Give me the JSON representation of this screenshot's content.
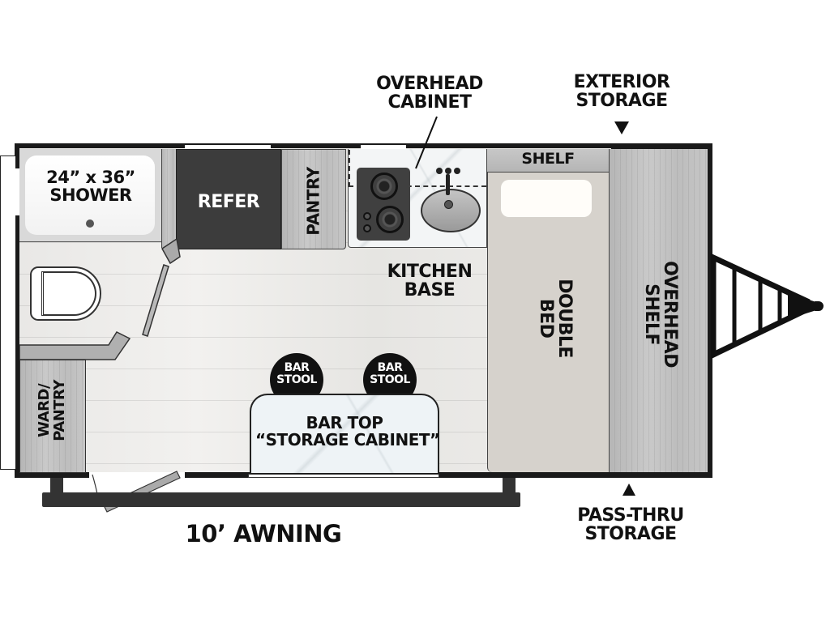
{
  "floorplan": {
    "labels": {
      "overhead_cabinet": [
        "OVERHEAD",
        "CABINET"
      ],
      "exterior_storage": [
        "EXTERIOR",
        "STORAGE"
      ],
      "pass_thru_storage": [
        "PASS-THRU",
        "STORAGE"
      ],
      "awning": "10’ AWNING"
    },
    "rooms": {
      "shower": [
        "24” x 36”",
        "SHOWER"
      ],
      "refer": "REFER",
      "pantry": "PANTRY",
      "kitchen_base": [
        "KITCHEN",
        "BASE"
      ],
      "shelf": "SHELF",
      "double_bed": [
        "DOUBLE",
        "BED"
      ],
      "overhead_shelf": [
        "OVERHEAD",
        "SHELF"
      ],
      "ward_pantry": [
        "WARD/",
        "PANTRY"
      ],
      "bar_stools": [
        [
          "BAR",
          "STOOL"
        ],
        [
          "BAR",
          "STOOL"
        ]
      ],
      "bar_top": [
        "BAR TOP",
        "“STORAGE CABINET”"
      ]
    },
    "colors": {
      "wall": "#1a1a1a",
      "refer": "#3c3c3c",
      "bed": "#d6d2cc",
      "cabinet_grey": "#bdbdbd",
      "floor": "#eeedeb",
      "countertop": "#f3f5f6",
      "stove": "#404040",
      "sink": "#a9a9a9"
    }
  }
}
